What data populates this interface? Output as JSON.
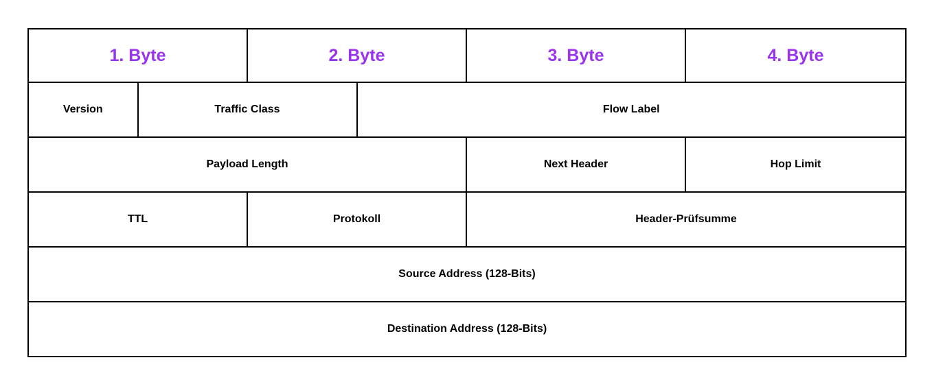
{
  "colors": {
    "background": "#FFFFFF",
    "border": "#000000",
    "label_text": "#000000",
    "byte_header_text": "#9933EE"
  },
  "grid": {
    "columns": 32,
    "rows": [
      {
        "type": "byte-header",
        "cells": [
          {
            "label": "1. Byte",
            "span": 8
          },
          {
            "label": "2. Byte",
            "span": 8
          },
          {
            "label": "3. Byte",
            "span": 8
          },
          {
            "label": "4. Byte",
            "span": 8
          }
        ]
      },
      {
        "type": "field",
        "cells": [
          {
            "label": "Version",
            "span": 4
          },
          {
            "label": "Traffic Class",
            "span": 8
          },
          {
            "label": "Flow Label",
            "span": 20
          }
        ]
      },
      {
        "type": "field",
        "cells": [
          {
            "label": "Payload Length",
            "span": 16
          },
          {
            "label": "Next Header",
            "span": 8
          },
          {
            "label": "Hop Limit",
            "span": 8
          }
        ]
      },
      {
        "type": "field",
        "cells": [
          {
            "label": "TTL",
            "span": 8
          },
          {
            "label": "Protokoll",
            "span": 8
          },
          {
            "label": "Header-Prüfsumme",
            "span": 16
          }
        ]
      },
      {
        "type": "field",
        "cells": [
          {
            "label": "Source Address (128-Bits)",
            "span": 32
          }
        ]
      },
      {
        "type": "field",
        "cells": [
          {
            "label": "Destination Address (128-Bits)",
            "span": 32
          }
        ]
      }
    ]
  }
}
